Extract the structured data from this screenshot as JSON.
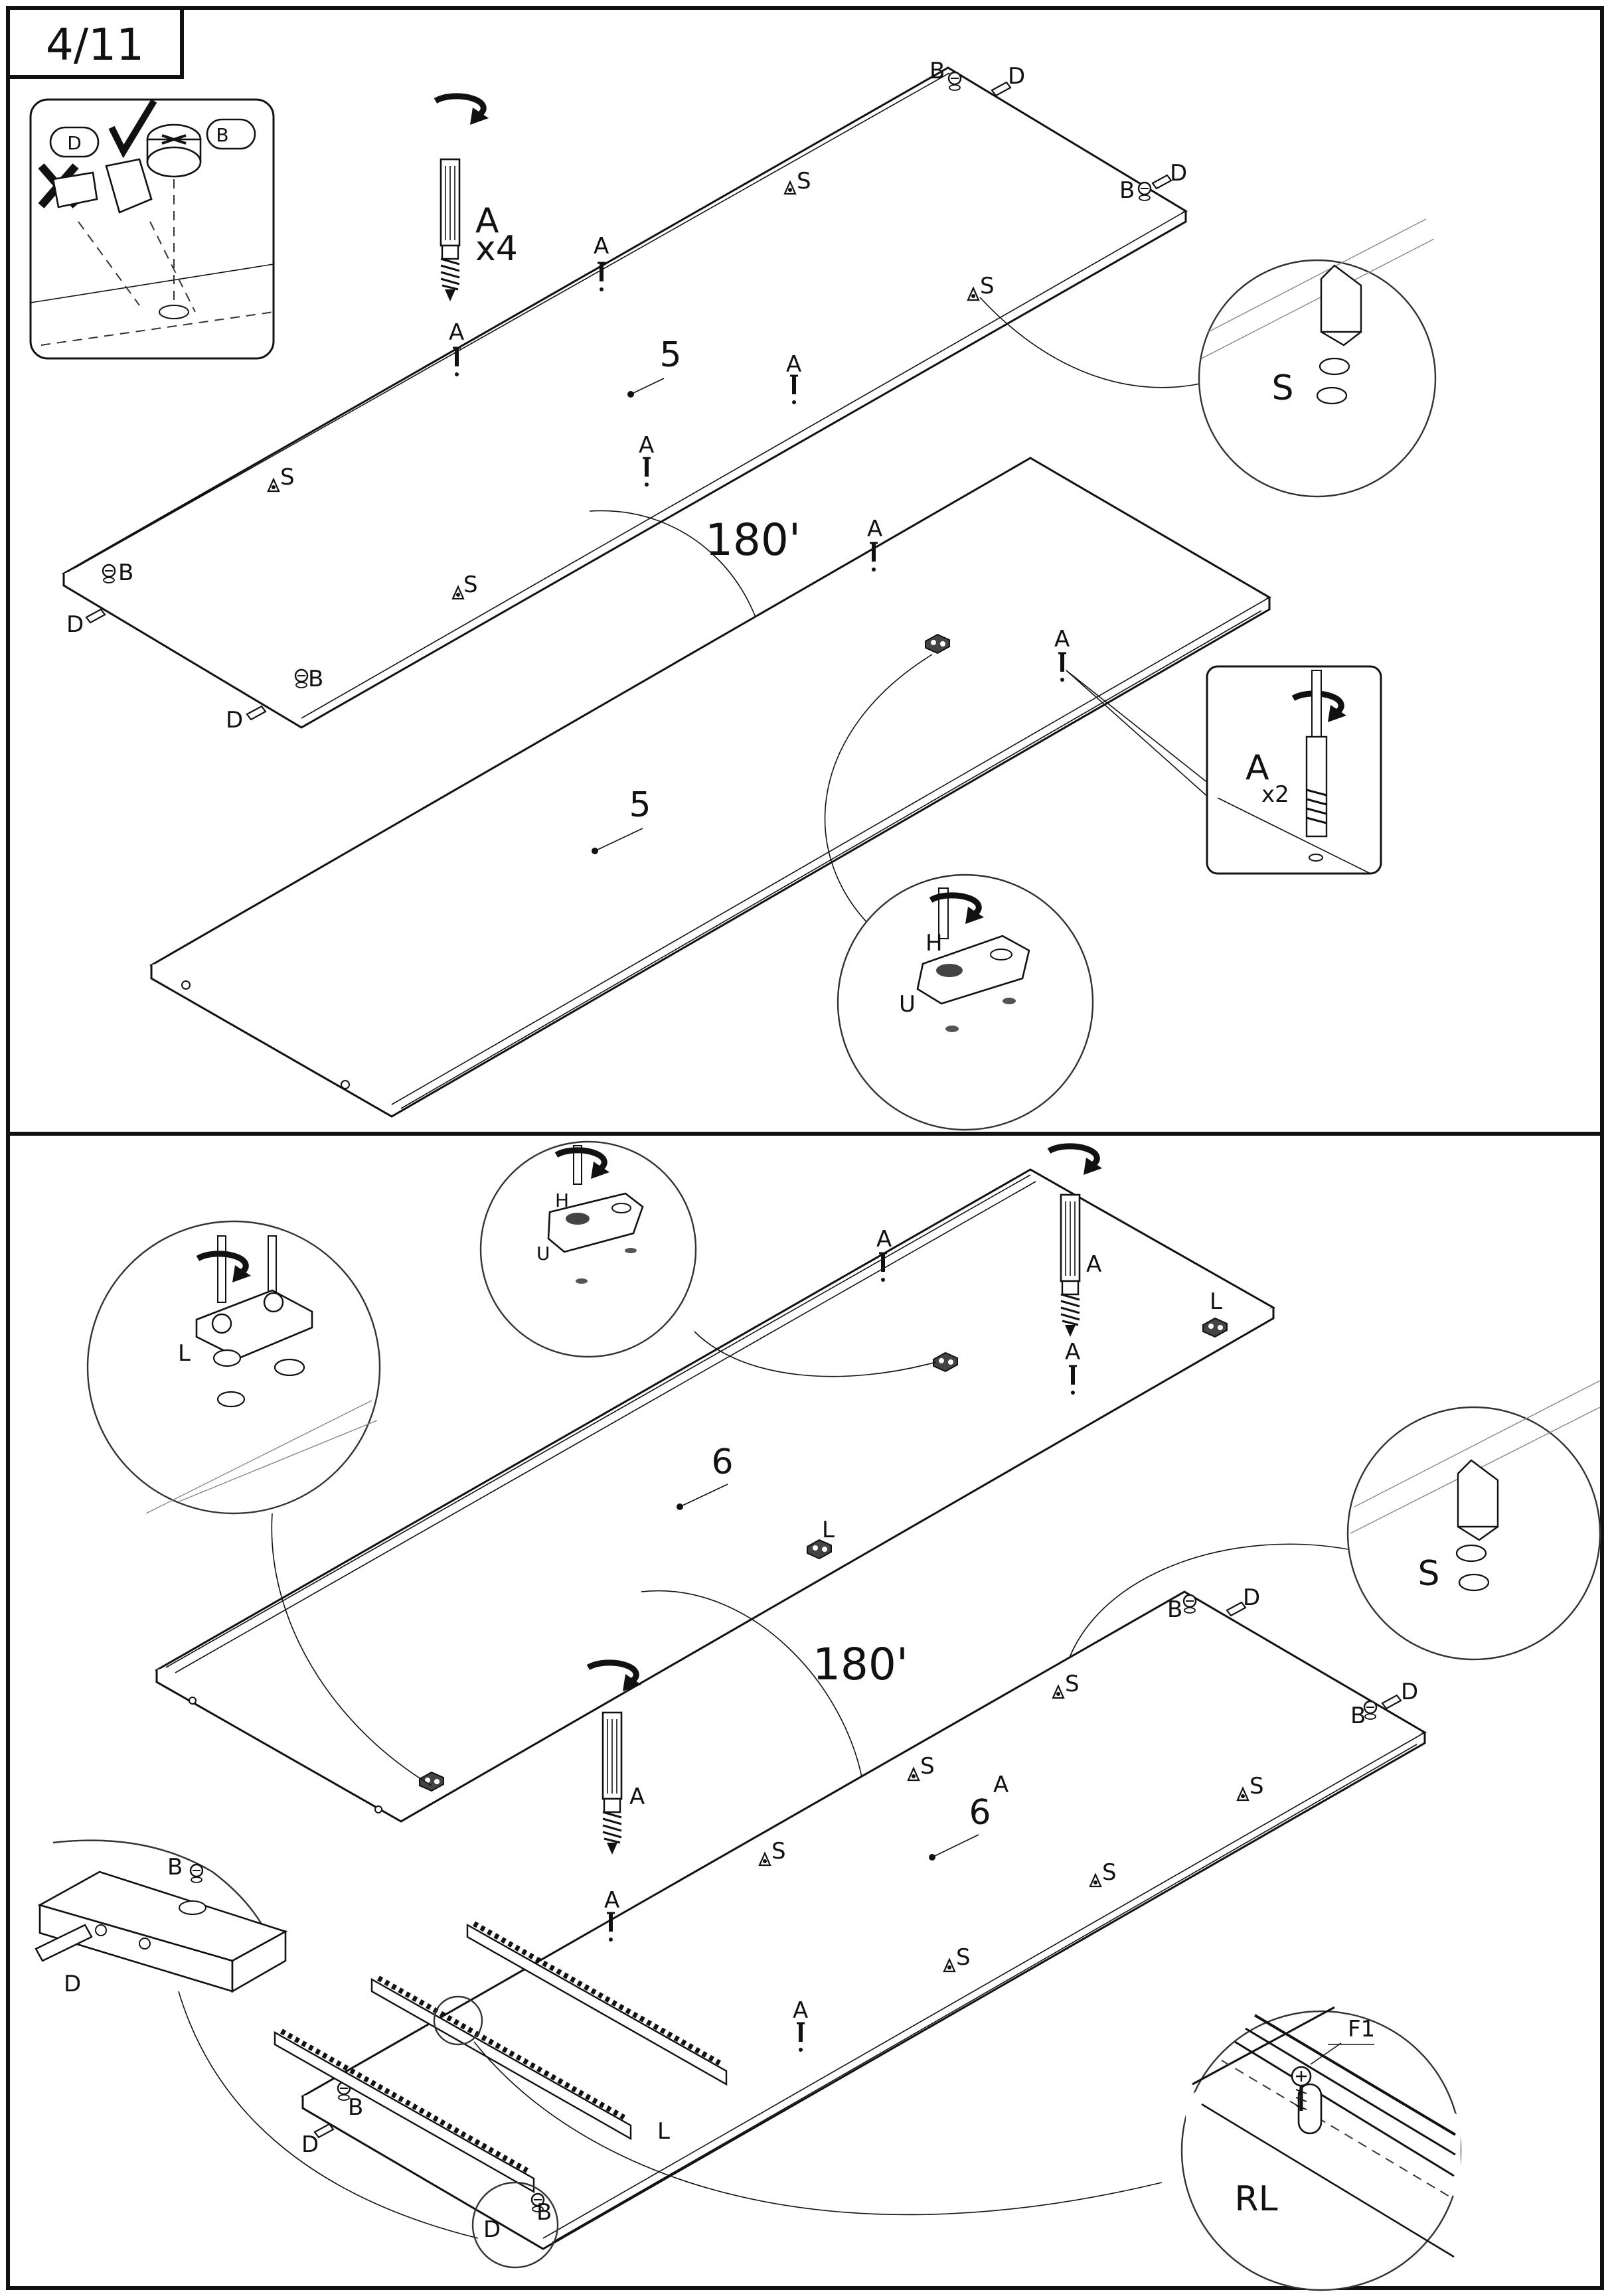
{
  "step": {
    "label": "4/11"
  },
  "panels": {
    "top_part": "5",
    "bottom_part": "6",
    "rotation_label": "180'"
  },
  "fittings": {
    "cam_bolt": "A",
    "cam_lock": "B",
    "dowel": "D",
    "shelf_support": "S",
    "hinge_plate_screw": "H",
    "hinge_plate": "U",
    "bracket": "L",
    "runner_screw": "F1",
    "runner": "RL"
  },
  "quantities": {
    "cam_bolt_top": "x4",
    "cam_bolt_detail": "x2"
  },
  "colors": {
    "ink": "#111111",
    "paper": "#ffffff",
    "guide": "#888888"
  }
}
